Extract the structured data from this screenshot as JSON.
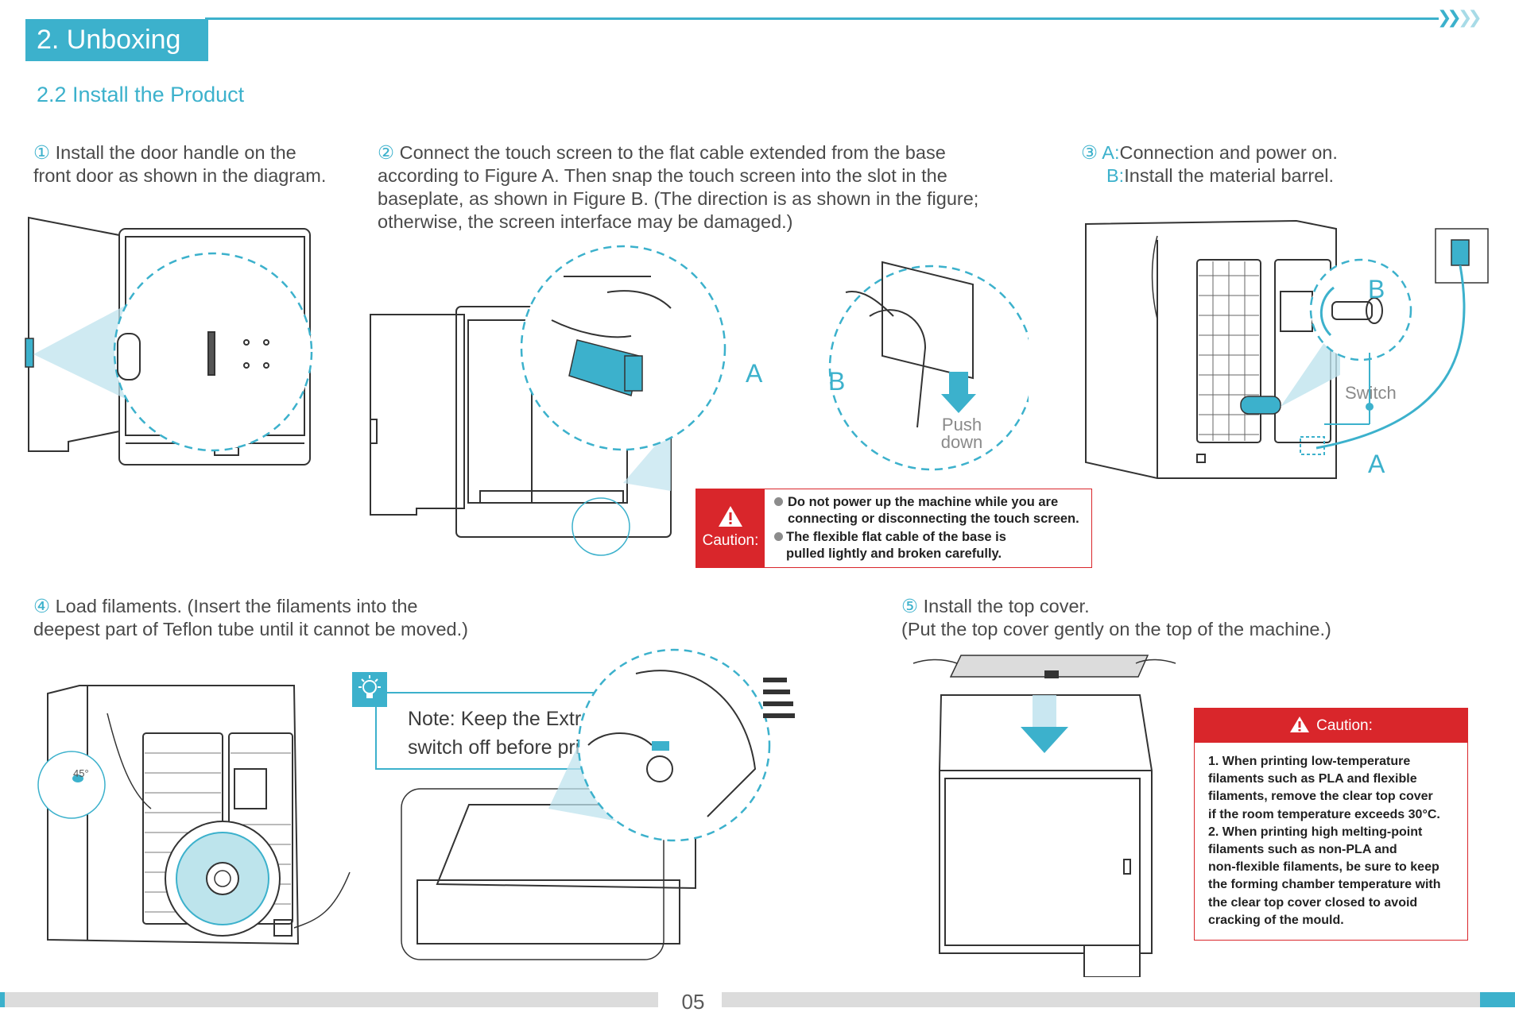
{
  "header": {
    "section_title": "2. Unboxing",
    "subsection_title": "2.2 Install the Product"
  },
  "steps": {
    "s1": {
      "num": "①",
      "line1": " Install the door handle on the",
      "line2": "front door as shown in the diagram."
    },
    "s2": {
      "num": "②",
      "line1": " Connect the touch screen to the flat cable extended from the base",
      "line2": "according to Figure A. Then snap the touch screen into the slot in the",
      "line3": "baseplate, as shown in Figure B. (The direction is as shown in the figure;",
      "line4": "otherwise, the screen interface may be damaged.)"
    },
    "s3": {
      "num": "③",
      "a_key": " A:",
      "a_text": "Connection and power on.",
      "b_key": "B:",
      "b_text": "Install the material barrel."
    },
    "s4": {
      "num": "④",
      "line1": " Load filaments. (Insert the filaments into the",
      "line2": "deepest part of Teflon tube until it cannot be moved.)"
    },
    "s5": {
      "num": "⑤",
      "line1": " Install the top cover.",
      "line2": "(Put the top cover gently on the top of the machine.)"
    }
  },
  "figure_labels": {
    "fig2_a": "A",
    "fig2_b": "B",
    "fig2_push1": "Push",
    "fig2_push2": "down",
    "fig3_b": "B",
    "fig3_switch": "Switch",
    "fig3_a": "A",
    "fig4_angle": "45°"
  },
  "caution1": {
    "label": "Caution:",
    "b1_l1": "Do not power up the machine while you are",
    "b1_l2": "connecting or disconnecting the touch screen.",
    "b2_l1": "The flexible flat cable of the base is",
    "b2_l2": "pulled lightly and broken carefully."
  },
  "note": {
    "line1": "Note: Keep the Extrusion",
    "line2": "switch off before printing."
  },
  "caution2": {
    "label": "Caution:",
    "lines": [
      "1. When printing low-temperature",
      "filaments such as PLA and flexible",
      "filaments, remove the clear top cover",
      "if the room temperature exceeds 30°C.",
      "2. When printing high melting-point",
      "filaments such as non-PLA and",
      "non-flexible filaments, be sure to keep",
      "the forming chamber temperature with",
      "the clear top cover closed to avoid",
      "cracking of the mould."
    ]
  },
  "footer": {
    "page_number": "05"
  },
  "colors": {
    "accent": "#3cb1cc",
    "caution_red": "#d9262b",
    "text": "#4a4a4a"
  },
  "icons": [
    "chevron-right-icon",
    "warning-icon",
    "lightbulb-icon"
  ]
}
